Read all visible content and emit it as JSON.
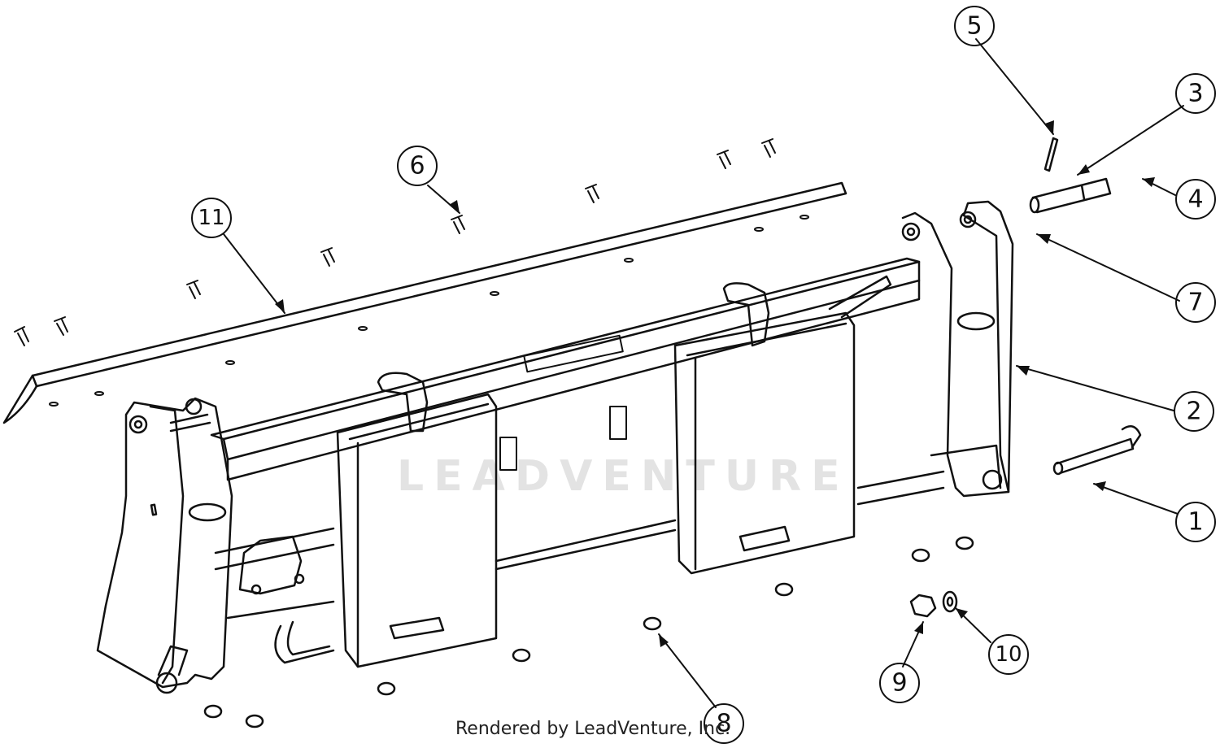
{
  "callouts": [
    {
      "label": "1"
    },
    {
      "label": "2"
    },
    {
      "label": "3"
    },
    {
      "label": "4"
    },
    {
      "label": "5"
    },
    {
      "label": "6"
    },
    {
      "label": "7"
    },
    {
      "label": "8"
    },
    {
      "label": "9"
    },
    {
      "label": "10"
    },
    {
      "label": "11"
    }
  ],
  "credit": "Rendered by LeadVenture, Inc.",
  "watermark": "LEADVENTURE",
  "colors": {
    "ink": "#111111",
    "watermark": "#e3e3e3"
  }
}
